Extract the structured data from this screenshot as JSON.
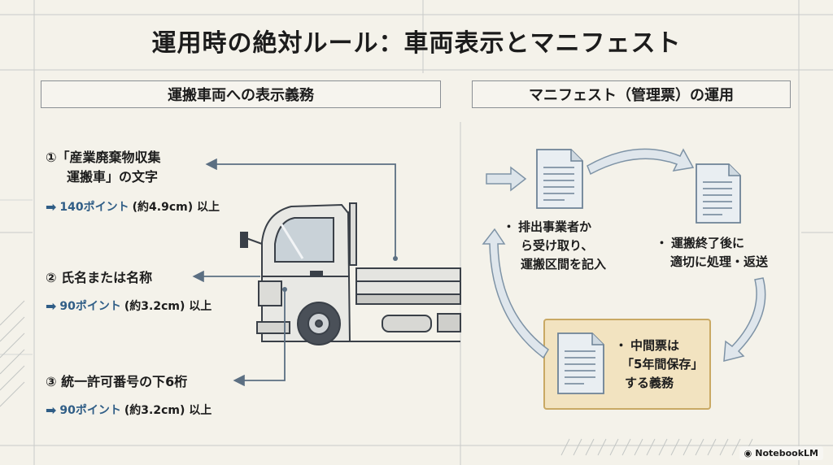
{
  "title": "運用時の絶対ルール：車両表示とマニフェスト",
  "left_section": {
    "heading": "運搬車両への表示義務",
    "items": [
      {
        "label_line1": "①「産業廃棄物収集",
        "label_line2": "運搬車」の文字",
        "size_points": "140ポイント",
        "size_approx": "(約4.9cm) 以上"
      },
      {
        "label_line1": "② 氏名または名称",
        "size_points": "90ポイント",
        "size_approx": "(約3.2cm) 以上"
      },
      {
        "label_line1": "③ 統一許可番号の下6桁",
        "size_points": "90ポイント",
        "size_approx": "(約3.2cm) 以上"
      }
    ]
  },
  "right_section": {
    "heading": "マニフェスト（管理票）の運用",
    "step1": {
      "line1": "排出事業者か",
      "line2": "ら受け取り、",
      "line3": "運搬区間を記入"
    },
    "step2": {
      "line1": "運搬終了後に",
      "line2": "適切に処理・返送"
    },
    "step3": {
      "line1": "中間票は",
      "line2": "「5年間保存」",
      "line3": "する義務"
    }
  },
  "watermark": "NotebookLM",
  "colors": {
    "accent_blue": "#2f5d86",
    "highlight_fill": "#f2e3c0",
    "highlight_border": "#c9a964",
    "background": "#f4f2ea"
  }
}
